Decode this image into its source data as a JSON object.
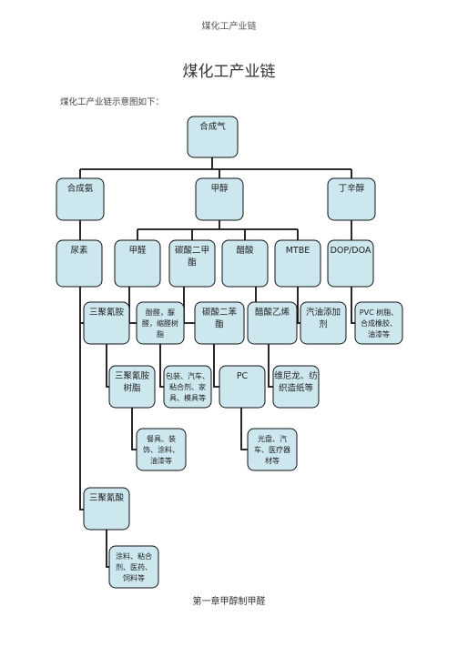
{
  "page": {
    "header": "煤化工产业链",
    "title": "煤化工产业链",
    "intro": "煤化工产业链示意图如下：",
    "footer": "第一章甲醇制甲醛"
  },
  "nodes": [
    {
      "id": "syngas",
      "lines": [
        "合成气"
      ]
    },
    {
      "id": "ammonia",
      "lines": [
        "合成氨"
      ]
    },
    {
      "id": "methanol",
      "lines": [
        "甲醇"
      ]
    },
    {
      "id": "octanol",
      "lines": [
        "丁辛醇"
      ]
    },
    {
      "id": "urea",
      "lines": [
        "尿素"
      ]
    },
    {
      "id": "formaldehyde",
      "lines": [
        "甲醛"
      ]
    },
    {
      "id": "dmc",
      "lines": [
        "碳酸二甲",
        "酯"
      ]
    },
    {
      "id": "acetic",
      "lines": [
        "醋酸"
      ]
    },
    {
      "id": "mtbe",
      "lines": [
        "MTBE"
      ]
    },
    {
      "id": "dop",
      "lines": [
        "DOP/DOA"
      ]
    },
    {
      "id": "melamine1",
      "lines": [
        "三聚氰胺"
      ]
    },
    {
      "id": "resins",
      "lines": [
        "酚醛，脲",
        "醛，缩醛树",
        "脂"
      ]
    },
    {
      "id": "dpc",
      "lines": [
        "碳酸二苯",
        "酯"
      ]
    },
    {
      "id": "vac",
      "lines": [
        "醋酸乙烯"
      ]
    },
    {
      "id": "gasoline",
      "lines": [
        "汽油添加",
        "剂"
      ]
    },
    {
      "id": "pvc",
      "lines": [
        "PVC 树脂、",
        "合成橡胶、",
        "油漆等"
      ]
    },
    {
      "id": "melresin",
      "lines": [
        "三聚氰胺",
        "树脂"
      ]
    },
    {
      "id": "uses1",
      "lines": [
        "包装、汽车、",
        "粘合剂、家",
        "具、模具等"
      ]
    },
    {
      "id": "pc",
      "lines": [
        "PC"
      ]
    },
    {
      "id": "vinylon",
      "lines": [
        "维尼龙、纺",
        "织造纸等"
      ]
    },
    {
      "id": "tableware",
      "lines": [
        "餐具、装",
        "饰、涂料、",
        "油漆等"
      ]
    },
    {
      "id": "disc",
      "lines": [
        "光盘、汽",
        "车、医疗器",
        "材等"
      ]
    },
    {
      "id": "cyanuric",
      "lines": [
        "三聚氰酸"
      ]
    },
    {
      "id": "uses2",
      "lines": [
        "涂料、粘合",
        "剂、医药、",
        "饲料等"
      ]
    }
  ]
}
